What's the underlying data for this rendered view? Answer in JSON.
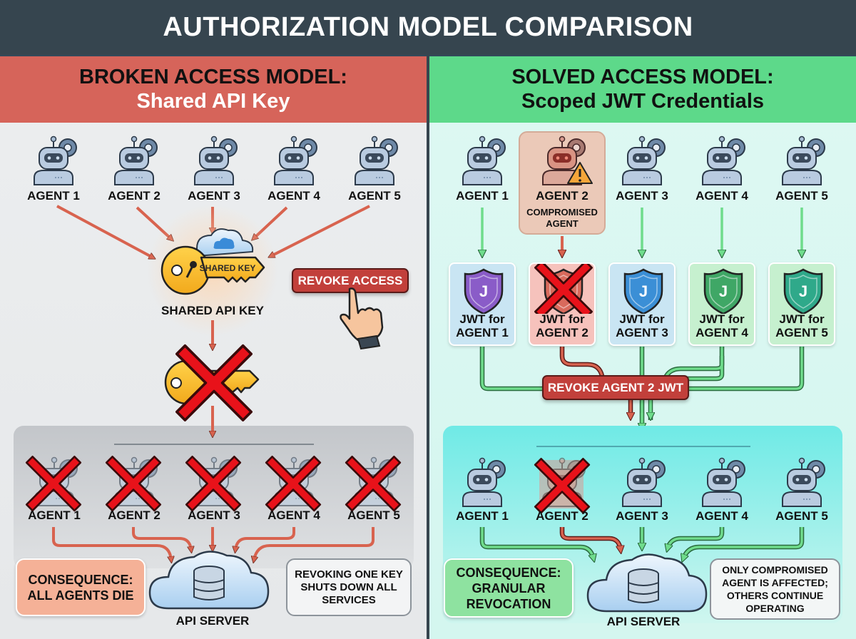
{
  "title": "AUTHORIZATION MODEL COMPARISON",
  "colors": {
    "broken_header": "#d6645a",
    "solved_header": "#5dd98a",
    "arrow_red": "#d8634f",
    "arrow_green": "#6fdc8c",
    "revoke_button": "#c2403b",
    "cross_red": "#e8121a"
  },
  "broken": {
    "heading_line1": "BROKEN ACCESS MODEL:",
    "heading_line2": "Shared API Key",
    "agents": [
      {
        "label": "AGENT 1",
        "icon": "robot-icon"
      },
      {
        "label": "AGENT 2",
        "icon": "robot-icon"
      },
      {
        "label": "AGENT 3",
        "icon": "robot-icon"
      },
      {
        "label": "AGENT 4",
        "icon": "robot-icon"
      },
      {
        "label": "AGENT 5",
        "icon": "robot-icon"
      }
    ],
    "key_badge": "SHARED KEY",
    "key_label": "SHARED API KEY",
    "revoke_button": "REVOKE ACCESS",
    "dead_agents": [
      {
        "label": "AGENT 1",
        "status": "dead"
      },
      {
        "label": "AGENT 2",
        "status": "dead"
      },
      {
        "label": "AGENT 3",
        "status": "dead"
      },
      {
        "label": "AGENT 4",
        "status": "dead"
      },
      {
        "label": "AGENT 5",
        "status": "dead"
      }
    ],
    "consequence": "CONSEQUENCE: ALL AGENTS DIE",
    "server_label": "API SERVER",
    "callout": "REVOKING ONE KEY SHUTS DOWN ALL SERVICES"
  },
  "solved": {
    "heading_line1": "SOLVED ACCESS MODEL:",
    "heading_line2": "Scoped JWT Credentials",
    "agents": [
      {
        "label": "AGENT 1",
        "status": "ok"
      },
      {
        "label": "AGENT 2",
        "status": "compromised",
        "note": "COMPROMISED AGENT"
      },
      {
        "label": "AGENT 3",
        "status": "ok"
      },
      {
        "label": "AGENT 4",
        "status": "ok"
      },
      {
        "label": "AGENT 5",
        "status": "ok"
      }
    ],
    "tokens": [
      {
        "line1": "JWT for",
        "line2": "AGENT 1",
        "color": "#8a5cc8",
        "card": "#c9e5f3",
        "revoked": false
      },
      {
        "line1": "JWT for",
        "line2": "AGENT 2",
        "color": "#d96a5c",
        "card": "#f6c2bc",
        "revoked": true
      },
      {
        "line1": "JWT for",
        "line2": "AGENT 3",
        "color": "#3b8fd6",
        "card": "#c9e5f3",
        "revoked": false
      },
      {
        "line1": "JWT for",
        "line2": "AGENT 4",
        "color": "#3fa766",
        "card": "#c6f0cf",
        "revoked": false
      },
      {
        "line1": "JWT for",
        "line2": "AGENT 5",
        "color": "#2fa98a",
        "card": "#c6f0cf",
        "revoked": false
      }
    ],
    "revoke_button": "REVOKE AGENT 2 JWT",
    "result_agents": [
      {
        "label": "AGENT 1",
        "status": "ok"
      },
      {
        "label": "AGENT 2",
        "status": "revoked"
      },
      {
        "label": "AGENT 3",
        "status": "ok"
      },
      {
        "label": "AGENT 4",
        "status": "ok"
      },
      {
        "label": "AGENT 5",
        "status": "ok"
      }
    ],
    "consequence": "CONSEQUENCE: GRANULAR REVOCATION",
    "server_label": "API SERVER",
    "callout": "ONLY COMPROMISED AGENT IS AFFECTED; OTHERS CONTINUE OPERATING"
  }
}
